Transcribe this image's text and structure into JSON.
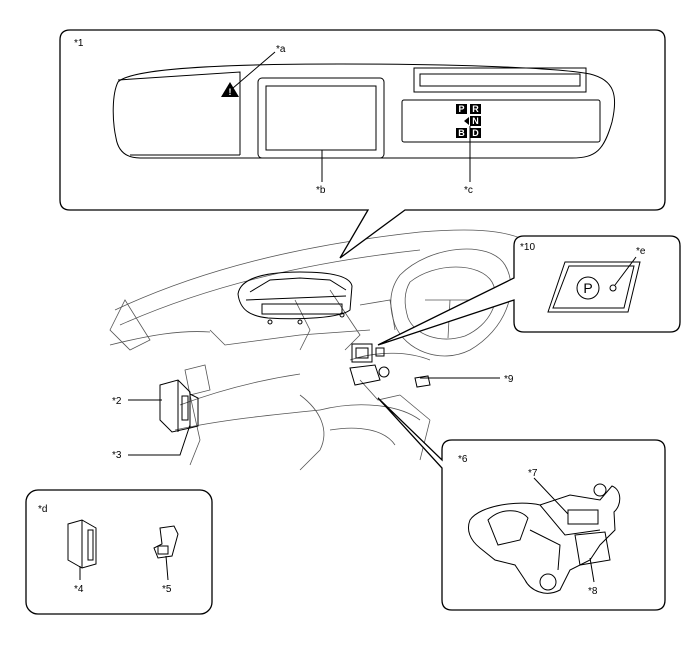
{
  "labels": {
    "l1": "*1",
    "la": "*a",
    "lb": "*b",
    "lc": "*c",
    "l2": "*2",
    "l3": "*3",
    "ld": "*d",
    "l4": "*4",
    "l5": "*5",
    "l6": "*6",
    "l7": "*7",
    "l8": "*8",
    "l9": "*9",
    "l10": "*10",
    "le": "*e"
  },
  "shift_indicator": {
    "p": "P",
    "r": "R",
    "n": "N",
    "b": "B",
    "d": "D"
  },
  "p_switch_letter": "P",
  "colors": {
    "line": "#000000",
    "background": "#ffffff",
    "ghost": "#555555"
  }
}
